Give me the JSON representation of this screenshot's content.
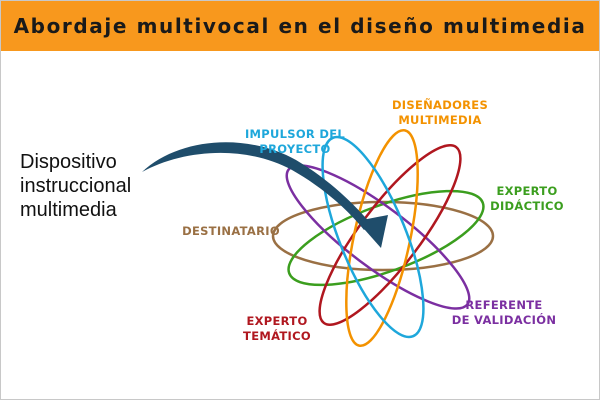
{
  "title": "Abordaje multivocal en el diseño multimedia",
  "device_label": [
    "Dispositivo",
    "instruccional",
    "multimedia"
  ],
  "roles": [
    {
      "key": "designers",
      "lines": [
        "DISEÑADORES",
        "MULTIMEDIA"
      ],
      "color": "#f39200"
    },
    {
      "key": "promoter",
      "lines": [
        "IMPULSOR DEL",
        "PROYECTO"
      ],
      "color": "#1ea7db"
    },
    {
      "key": "didactic",
      "lines": [
        "EXPERTO",
        "DIDÁCTICO"
      ],
      "color": "#3b9e1e"
    },
    {
      "key": "recipient",
      "lines": [
        "DESTINATARIO"
      ],
      "color": "#9a7044"
    },
    {
      "key": "validation",
      "lines": [
        "REFERENTE",
        "DE VALIDACIÓN"
      ],
      "color": "#7b2fa1"
    },
    {
      "key": "thematic",
      "lines": [
        "EXPERTO",
        "TEMÁTICO"
      ],
      "color": "#b0171f"
    }
  ],
  "colors": {
    "banner": "#f8981d",
    "arrow": "#1f4d6b"
  }
}
